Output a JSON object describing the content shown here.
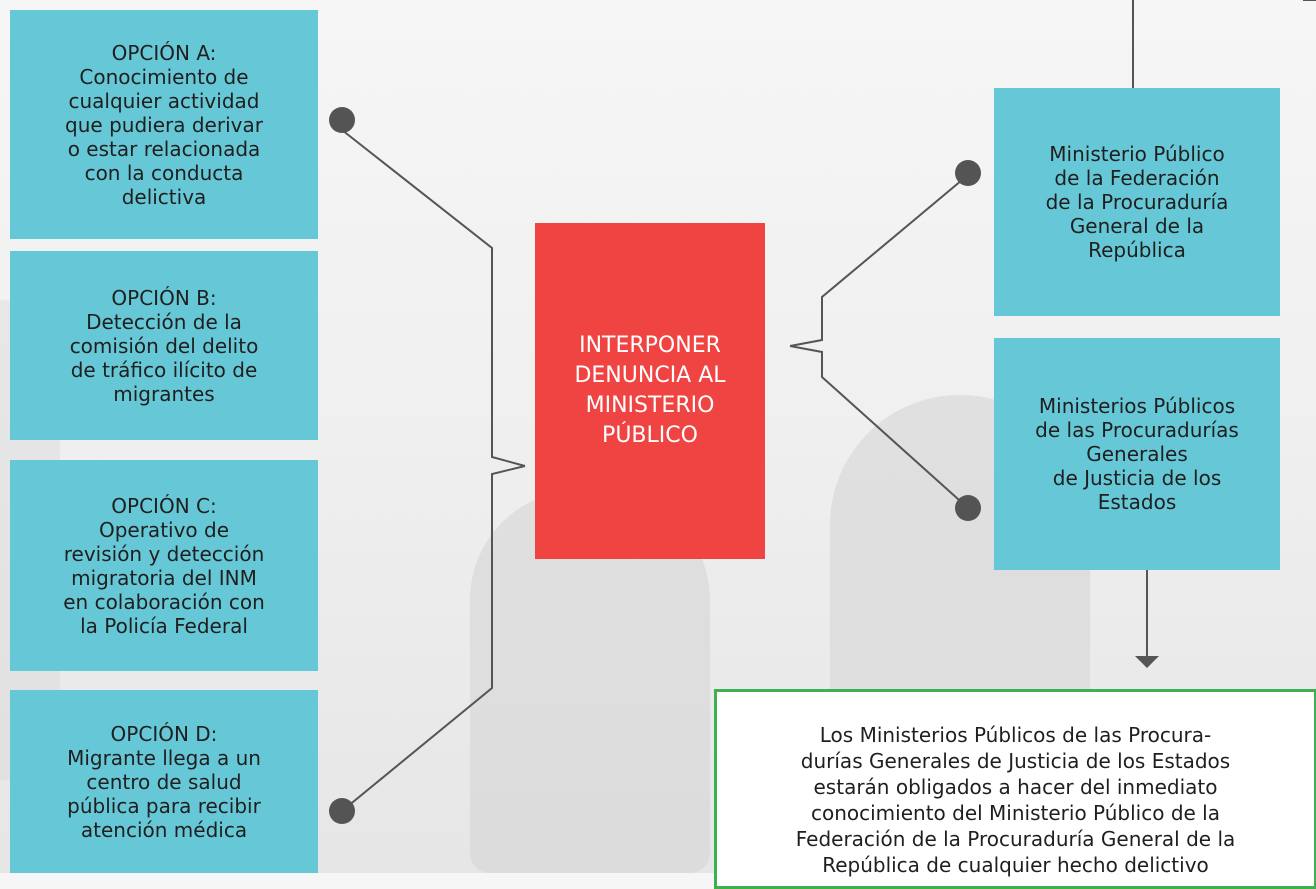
{
  "center": {
    "text": "INTERPONER\nDENUNCIA AL\nMINISTERIO\nPÚBLICO"
  },
  "options": [
    {
      "text": "OPCIÓN A:\nConocimiento de\ncualquier actividad\nque pudiera derivar\no estar relacionada\ncon la conducta\ndelictiva"
    },
    {
      "text": "OPCIÓN B:\nDetección de la\ncomisión del delito\nde tráfico ilícito de\nmigrantes"
    },
    {
      "text": "OPCIÓN C:\nOperativo de\nrevisión y detección\nmigratoria del INM\nen colaboración con\nla Policía Federal"
    },
    {
      "text": "OPCIÓN D:\nMigrante llega a un\ncentro de salud\npública para recibir\natención médica"
    }
  ],
  "destinations": [
    {
      "text": "Ministerio Público\nde la Federación\nde la Procuraduría\nGeneral de la\nRepública"
    },
    {
      "text": "Ministerios Públicos\nde las Procuradurías\nGenerales\nde Justicia de los\nEstados"
    }
  ],
  "note": {
    "text": "Los Ministerios Públicos de las Procura-\ndurías Generales de Justicia de los Estados\nestarán obligados a hacer del inmediato\nconocimiento del Ministerio Público de la\nFederación de la Procuraduría General de la\nRepública de cualquier hecho delictivo"
  },
  "colors": {
    "option_box": "#66c8d6",
    "center_box": "#ef4442",
    "note_border": "#3db14f",
    "connector": "#555555"
  }
}
